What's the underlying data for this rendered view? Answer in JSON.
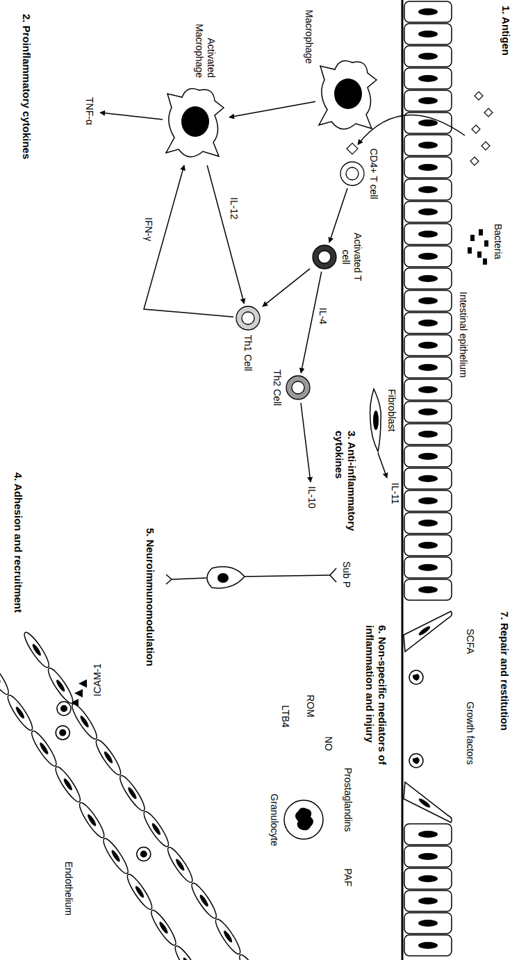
{
  "diagram": {
    "nodes": [
      {
        "text": [
          "Macrophage"
        ]
      },
      {
        "text": [
          "Activated Macrophage"
        ]
      },
      {
        "text": [
          "CD4+ T cell"
        ]
      },
      {
        "text": [
          "Activated T cell"
        ]
      },
      {
        "text": [
          "Th1 Cell"
        ]
      },
      {
        "text": [
          "Th2 Cell"
        ]
      },
      {
        "text": [
          "Fibroblast"
        ]
      },
      {
        "text": [
          "Granulocyte"
        ]
      }
    ],
    "edges": [
      {
        "from": 0,
        "to": 1,
        "arrow": "to"
      },
      {
        "from": 2,
        "to": 3,
        "arrow": "to"
      },
      {
        "from": 3,
        "to": 4,
        "arrow": "to"
      },
      {
        "from": 3,
        "to": 5,
        "label": "IL-4",
        "arrow": "to"
      },
      {
        "from": 1,
        "to": 4,
        "label": "IL-12",
        "arrow": "to"
      },
      {
        "from": 4,
        "to": 1,
        "label": "IFN-γ",
        "arrow": "to"
      }
    ],
    "labels": [
      "1. Antigen",
      "Bacteria",
      "Intestinal epithelium",
      "2. Proinflammatory cytokines",
      "TNF-α",
      "3. Anti-inflammatory cytokines",
      "IL-11",
      "IL-10",
      "4. Adhesion and recruitment",
      "ICAM-1",
      "Endothelium",
      "5. Neuroimmunomodulation",
      "Sub P",
      "6. Non-specific mediators of inflammation and injury",
      "ROM",
      "NO",
      "PAF",
      "LTB4",
      "Prostaglandins",
      "7. Repair and restitution",
      "SCFA",
      "Growth factors"
    ]
  }
}
